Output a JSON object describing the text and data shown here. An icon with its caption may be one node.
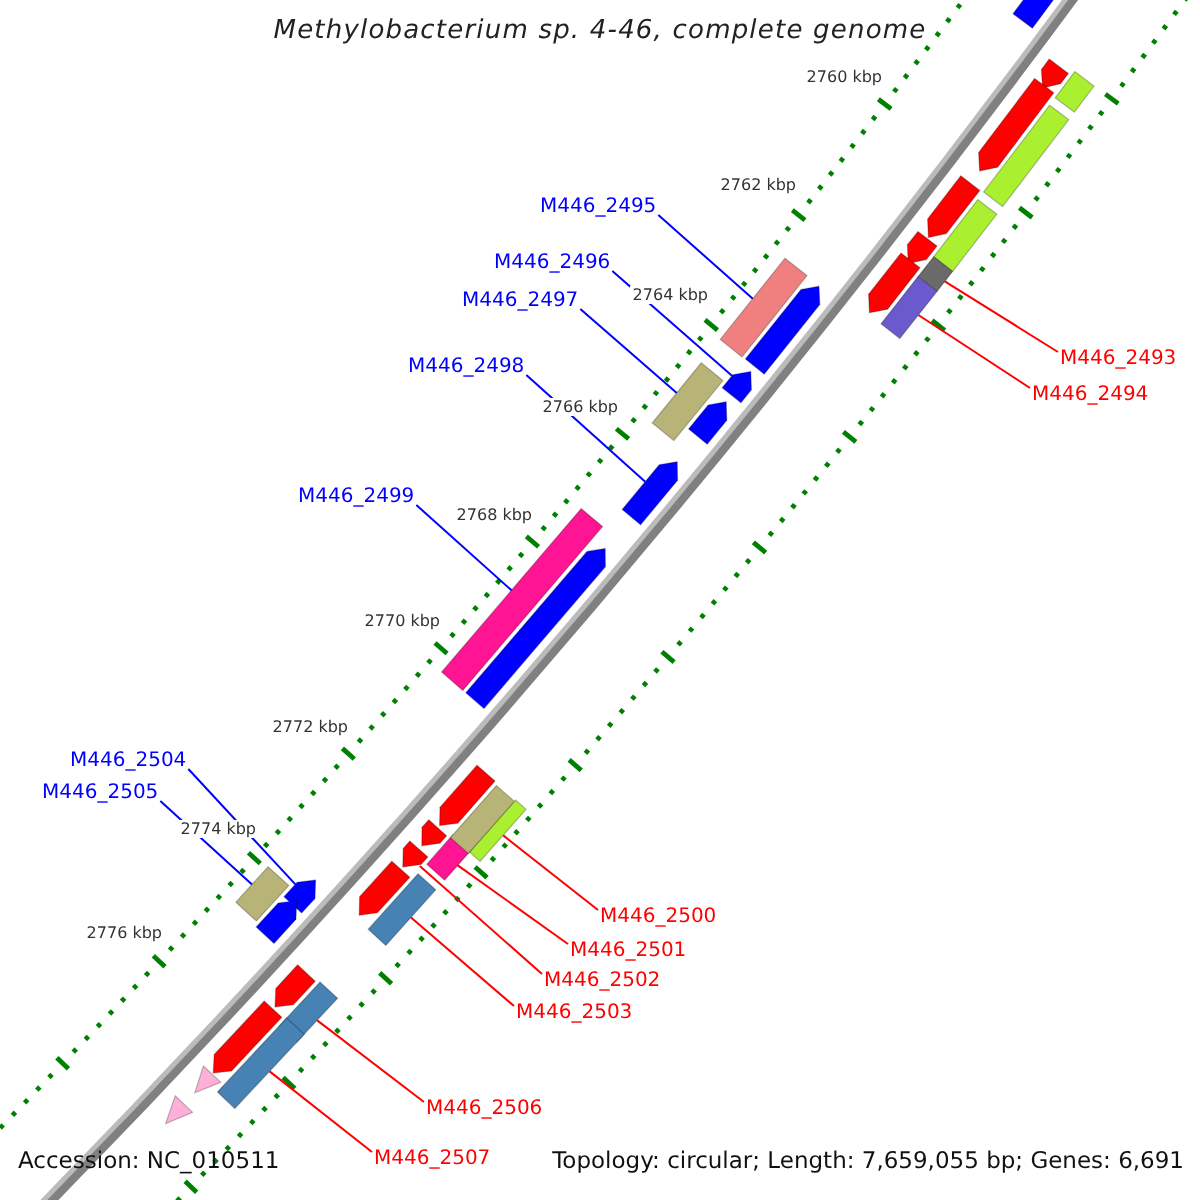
{
  "diagram": {
    "title": "Methylobacterium sp. 4-46, complete genome",
    "nodes": [
      {
        "text": [
          "M446_2495"
        ]
      },
      {
        "text": [
          "M446_2496"
        ]
      },
      {
        "text": [
          "M446_2497"
        ]
      },
      {
        "text": [
          "M446_2493"
        ]
      },
      {
        "text": [
          "M446_2498"
        ]
      },
      {
        "text": [
          "M446_2494"
        ]
      },
      {
        "text": [
          "M446_2499"
        ]
      },
      {
        "text": [
          "M446_2504"
        ]
      },
      {
        "text": [
          "M446_2505"
        ]
      },
      {
        "text": [
          "M446_2500"
        ]
      },
      {
        "text": [
          "M446_2501"
        ]
      },
      {
        "text": [
          "M446_2502"
        ]
      },
      {
        "text": [
          "M446_2503"
        ]
      },
      {
        "text": [
          "M446_2506"
        ]
      },
      {
        "text": [
          "M446_2507"
        ]
      },
      {
        "text": [],
        "shape": "box"
      },
      {
        "text": [],
        "shape": "pentagon"
      },
      {
        "text": [],
        "shape": "box"
      },
      {
        "text": [],
        "shape": "box"
      },
      {
        "text": [],
        "shape": "pentagon"
      },
      {
        "text": [],
        "shape": "box"
      },
      {
        "text": [],
        "shape": "box"
      },
      {
        "text": [],
        "shape": "pentagon"
      },
      {
        "text": [],
        "shape": "box"
      },
      {
        "text": [],
        "shape": "box"
      },
      {
        "text": [],
        "shape": "box"
      },
      {
        "text": [],
        "shape": "pentagon"
      },
      {
        "text": [],
        "shape": "box"
      },
      {
        "text": [],
        "shape": "box"
      },
      {
        "text": [],
        "shape": "box"
      },
      {
        "text": [],
        "shape": "pentagon"
      },
      {
        "text": [],
        "shape": "pentagon"
      },
      {
        "text": [],
        "shape": "pentagon"
      },
      {
        "text": [],
        "shape": "pentagon"
      },
      {
        "text": [],
        "shape": "pentagon"
      },
      {
        "text": [],
        "shape": "pentagon"
      },
      {
        "text": [],
        "shape": "box"
      },
      {
        "text": [],
        "shape": "box"
      },
      {
        "text": [],
        "shape": "box"
      },
      {
        "text": [],
        "shape": "pentagon"
      },
      {
        "text": [],
        "shape": "pentagon"
      },
      {
        "text": [],
        "shape": "pentagon"
      },
      {
        "text": [],
        "shape": "pentagon"
      },
      {
        "text": [],
        "shape": "box"
      },
      {
        "text": [],
        "shape": "pentagon"
      },
      {
        "text": [],
        "shape": "pentagon"
      },
      {
        "text": [],
        "shape": "pentagon"
      },
      {
        "text": [],
        "shape": "pentagon"
      },
      {
        "text": [],
        "shape": "pentagon"
      },
      {
        "text": [],
        "shape": "triangle"
      },
      {
        "text": [],
        "shape": "triangle"
      }
    ],
    "edges": [
      {
        "from": 0,
        "to": 15,
        "arrow": "none",
        "color": "#0000ff"
      },
      {
        "from": 1,
        "to": 16,
        "arrow": "none",
        "color": "#0000ff"
      },
      {
        "from": 2,
        "to": 17,
        "arrow": "none",
        "color": "#0000ff"
      },
      {
        "from": 3,
        "to": 18,
        "arrow": "none"
      },
      {
        "from": 4,
        "to": 19,
        "arrow": "none",
        "color": "#0000ff"
      },
      {
        "from": 5,
        "to": 20,
        "arrow": "none"
      },
      {
        "from": 6,
        "to": 21,
        "arrow": "none",
        "color": "#0000ff"
      },
      {
        "from": 7,
        "to": 22,
        "arrow": "none",
        "color": "#0000ff"
      },
      {
        "from": 8,
        "to": 23,
        "arrow": "none",
        "color": "#0000ff"
      },
      {
        "from": 9,
        "to": 24,
        "arrow": "none"
      },
      {
        "from": 10,
        "to": 25,
        "arrow": "none"
      },
      {
        "from": 11,
        "to": 26,
        "arrow": "none"
      },
      {
        "from": 12,
        "to": 27,
        "arrow": "none"
      },
      {
        "from": 13,
        "to": 28,
        "arrow": "none"
      },
      {
        "from": 14,
        "to": 29,
        "arrow": "none"
      }
    ],
    "labels": [
      "2760 kbp",
      "2762 kbp",
      "2764 kbp",
      "2766 kbp",
      "2768 kbp",
      "2770 kbp",
      "2772 kbp",
      "2774 kbp",
      "2776 kbp",
      "Accession: NC_010511",
      "Topology: circular; Length: 7,659,055 bp; Genes: 6,691"
    ]
  }
}
